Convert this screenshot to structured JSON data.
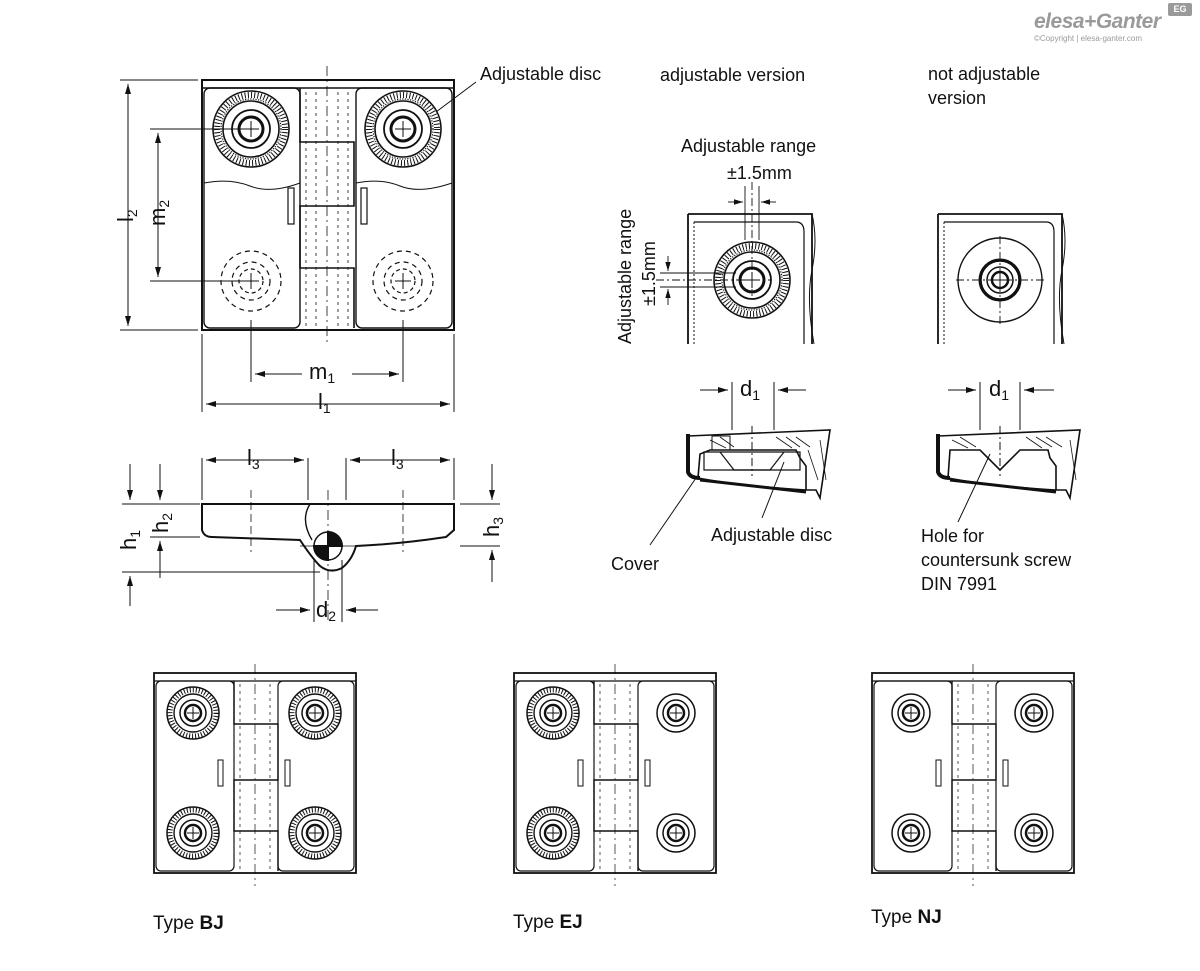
{
  "brand": {
    "name": "elesa+Ganter",
    "copyright": "©Copyright | elesa-ganter.com",
    "badge": "EG"
  },
  "callouts": {
    "adjustable_disc_top": "Adjustable disc",
    "adjustable_version": "adjustable version",
    "not_adjustable_version_line1": "not adjustable",
    "not_adjustable_version_line2": "version",
    "adjustable_range_h": "Adjustable range",
    "range_h_value": "±1.5mm",
    "adjustable_range_v": "Adjustable range",
    "range_v_value": "±1.5mm",
    "cover": "Cover",
    "adjustable_disc_bottom": "Adjustable disc",
    "hole_line1": "Hole for",
    "hole_line2": "countersunk screw",
    "hole_line3": "DIN 7991"
  },
  "dimensions": {
    "l": "l",
    "m": "m",
    "d": "d",
    "h": "h",
    "l1": "1",
    "l2": "2",
    "l3": "3",
    "m1": "1",
    "m2": "2",
    "d1": "1",
    "d2": "2",
    "h1": "1",
    "h2": "2",
    "h3": "3"
  },
  "types": [
    {
      "prefix": "Type ",
      "code": "BJ"
    },
    {
      "prefix": "Type ",
      "code": "EJ"
    },
    {
      "prefix": "Type ",
      "code": "NJ"
    }
  ]
}
